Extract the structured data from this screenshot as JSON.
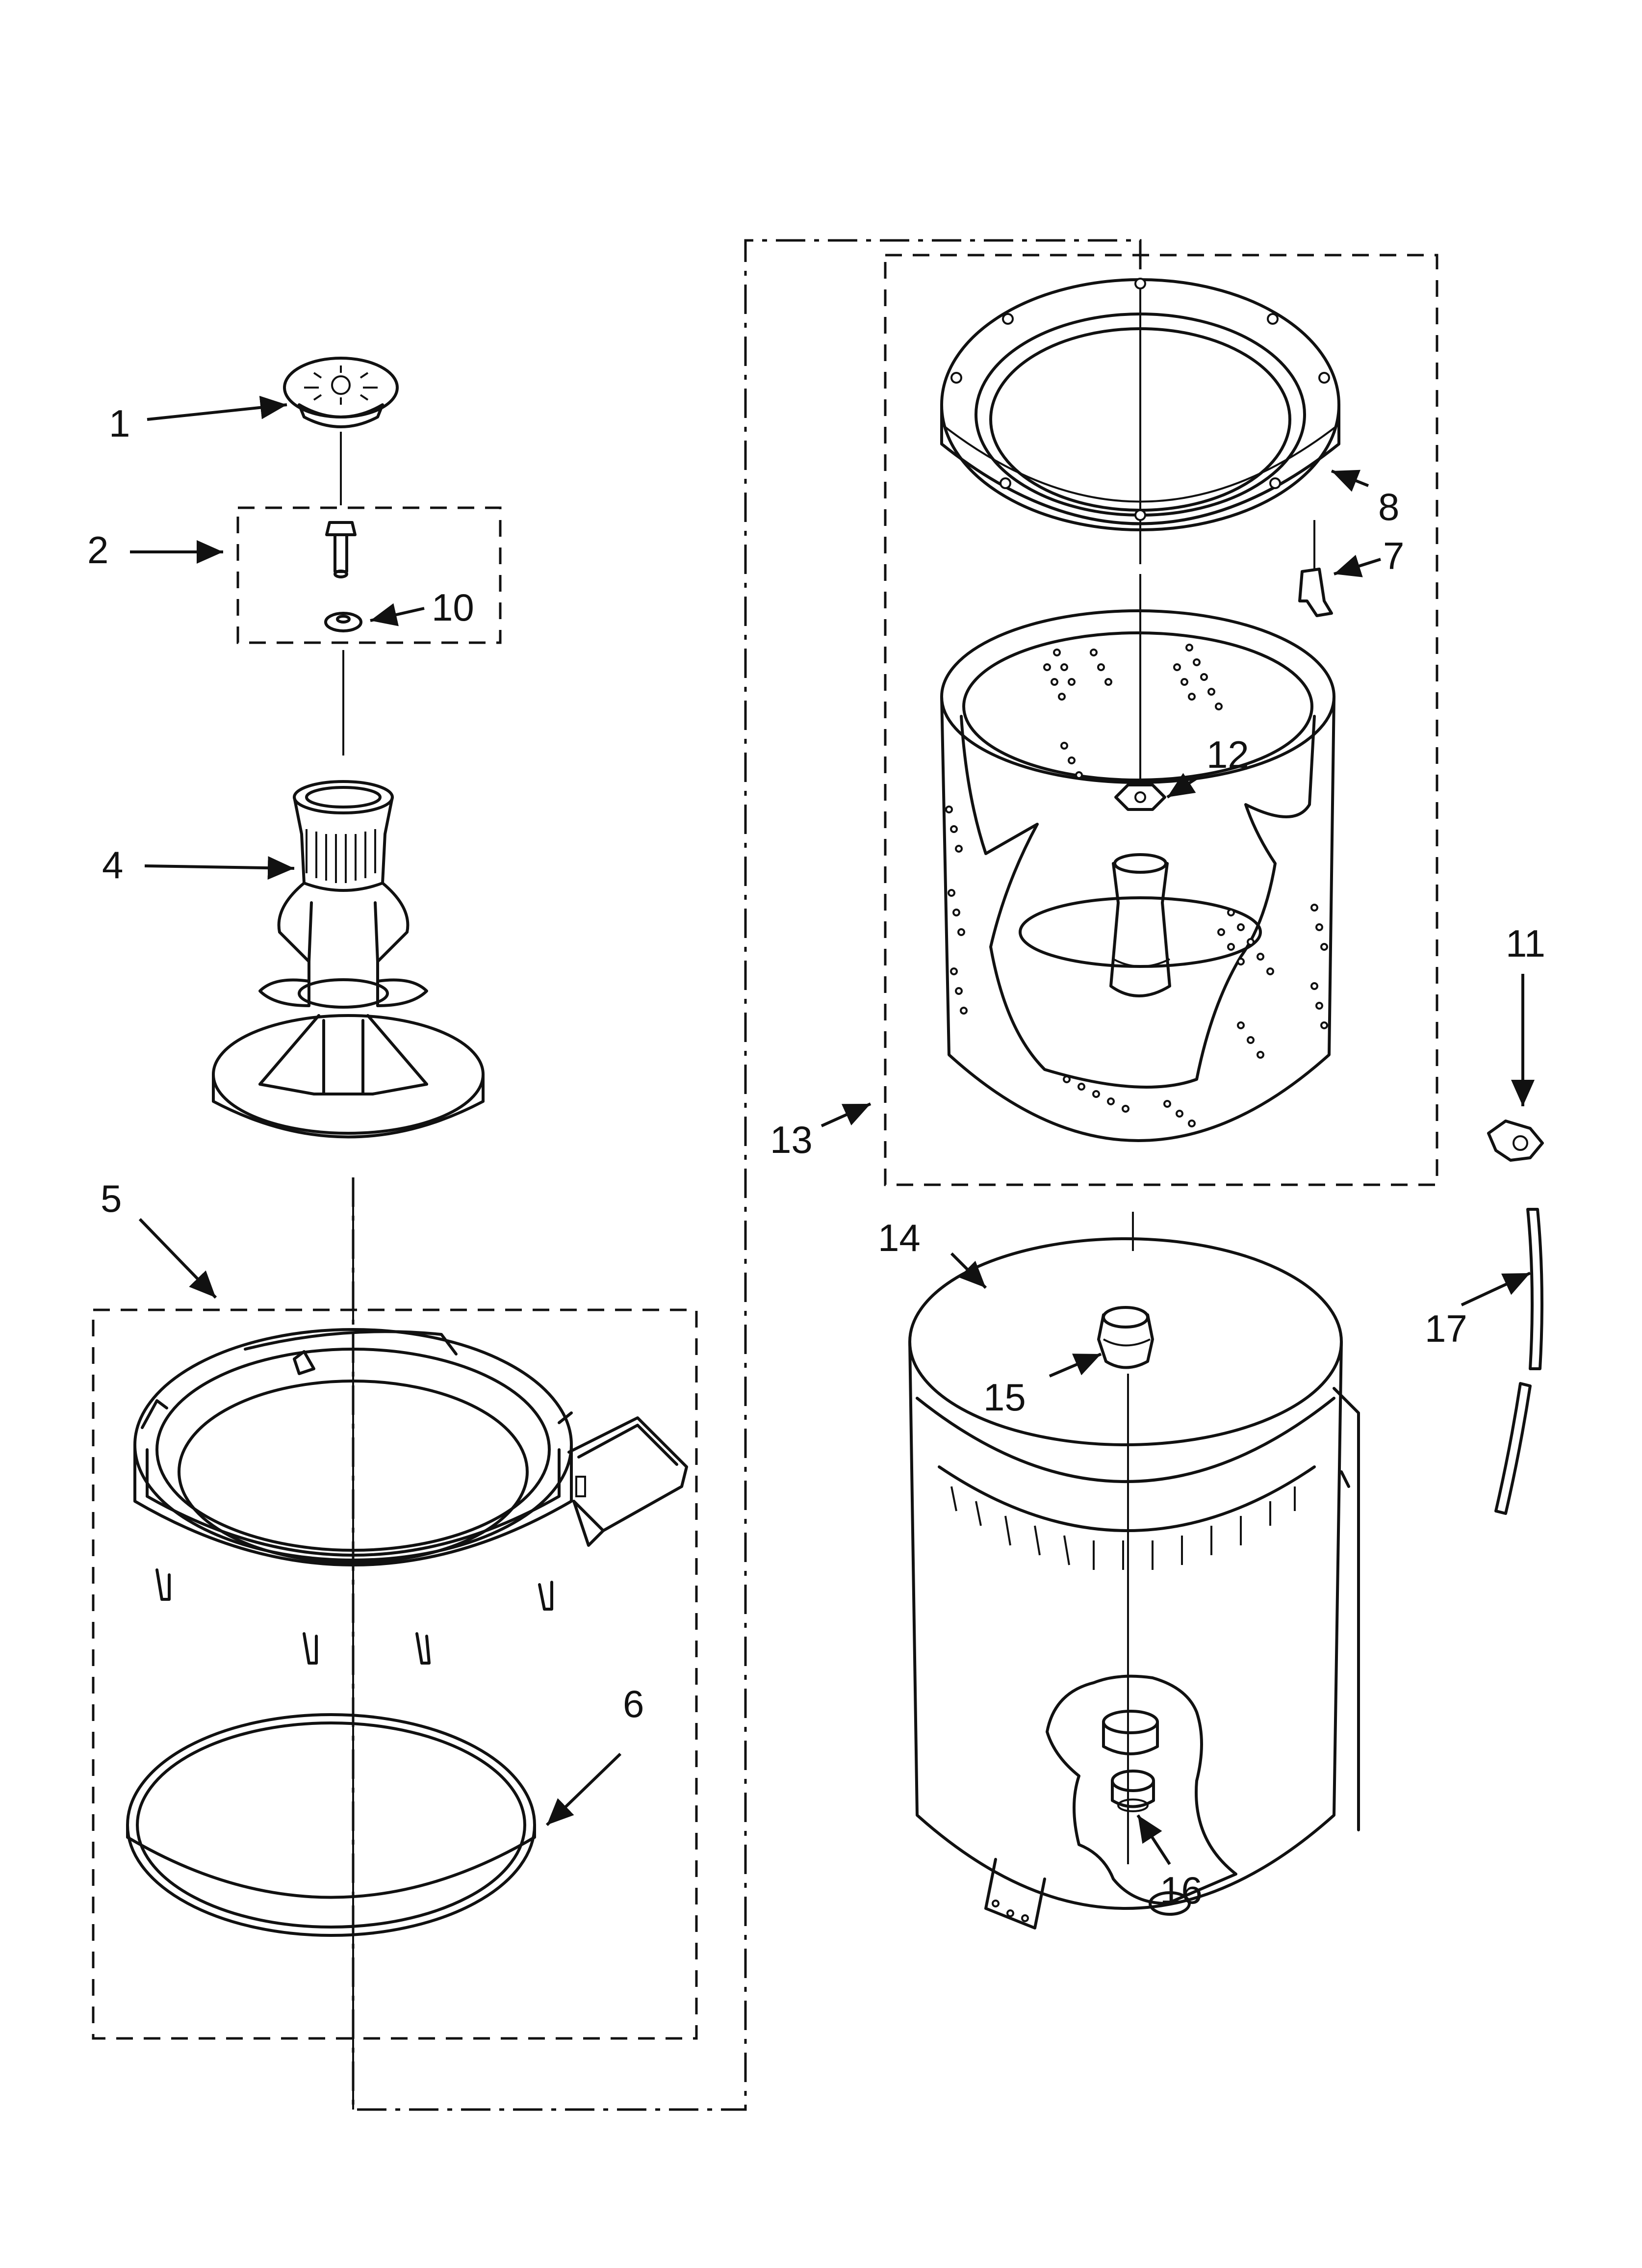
{
  "callouts": [
    {
      "id": "1",
      "text": "1"
    },
    {
      "id": "2",
      "text": "2"
    },
    {
      "id": "10",
      "text": "10"
    },
    {
      "id": "4",
      "text": "4"
    },
    {
      "id": "5",
      "text": "5"
    },
    {
      "id": "6",
      "text": "6"
    },
    {
      "id": "8",
      "text": "8"
    },
    {
      "id": "7",
      "text": "7"
    },
    {
      "id": "12",
      "text": "12"
    },
    {
      "id": "13",
      "text": "13"
    },
    {
      "id": "14",
      "text": "14"
    },
    {
      "id": "15",
      "text": "15"
    },
    {
      "id": "16",
      "text": "16"
    },
    {
      "id": "11",
      "text": "11"
    },
    {
      "id": "17",
      "text": "17"
    }
  ],
  "colors": {
    "ink": "#111111",
    "background": "#ffffff"
  }
}
